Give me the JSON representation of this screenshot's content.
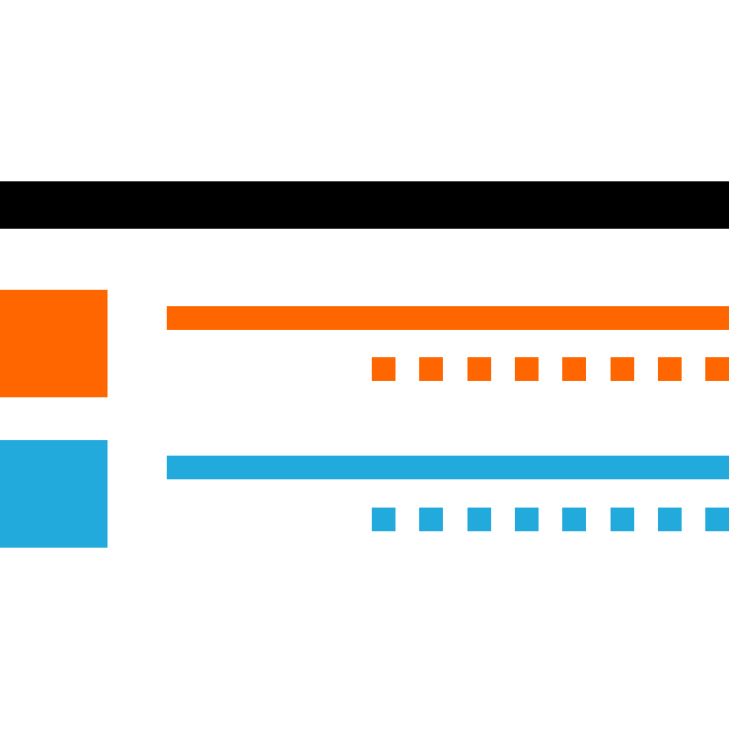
{
  "colors": {
    "background": "#ffffff",
    "bar": "#000000",
    "orange": "#ff6600",
    "blue": "#22aadd"
  },
  "rows": [
    {
      "name": "row-orange",
      "color": "#ff6600",
      "dot_count": 8
    },
    {
      "name": "row-blue",
      "color": "#22aadd",
      "dot_count": 8
    }
  ]
}
